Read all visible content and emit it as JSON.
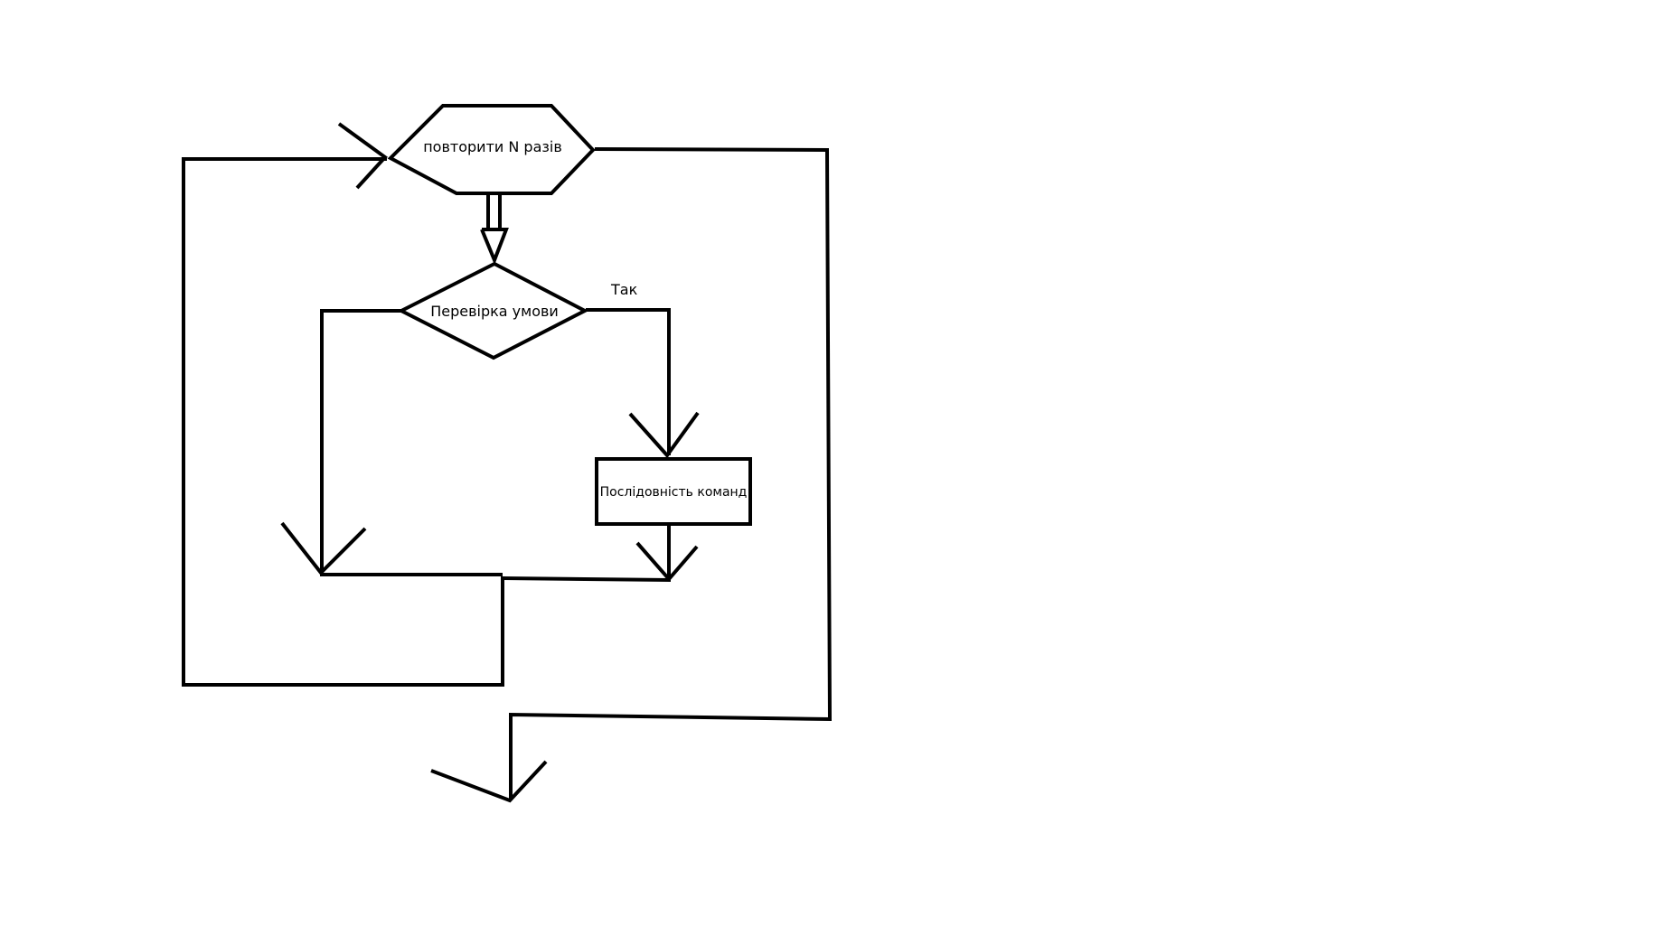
{
  "diagram": {
    "loop_label": "повторити N разів",
    "condition_label": "Перевірка умови",
    "yes_label": "Так",
    "process_label": "Послідовність команд"
  },
  "colors": {
    "stroke": "#000000",
    "text": "#000000",
    "background": "#ffffff"
  }
}
